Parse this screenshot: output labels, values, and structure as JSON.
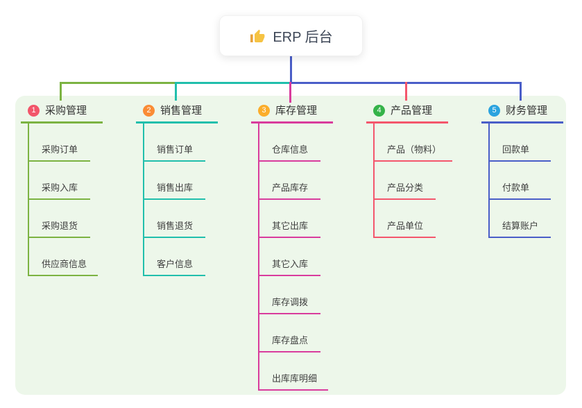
{
  "root": {
    "title": "ERP 后台",
    "icon": "thumbs-up"
  },
  "canvas": {
    "background": "#ffffff",
    "panel_color": "#edf7ea",
    "root_line_color": "#4a5ec8",
    "text_color": "#333333",
    "thumb_color": "#f6c343"
  },
  "branches": [
    {
      "index": "1",
      "label": "采购管理",
      "badge_color": "#f2566a",
      "line_color": "#7cb342",
      "children": [
        "采购订单",
        "采购入库",
        "采购退货",
        "供应商信息"
      ]
    },
    {
      "index": "2",
      "label": "销售管理",
      "badge_color": "#fa8c35",
      "line_color": "#21bfac",
      "children": [
        "销售订单",
        "销售出库",
        "销售退货",
        "客户信息"
      ]
    },
    {
      "index": "3",
      "label": "库存管理",
      "badge_color": "#fbad2b",
      "line_color": "#d93c9d",
      "children": [
        "仓库信息",
        "产品库存",
        "其它出库",
        "其它入库",
        "库存调拨",
        "库存盘点",
        "出库库明细"
      ]
    },
    {
      "index": "4",
      "label": "产品管理",
      "badge_color": "#35b349",
      "line_color": "#f4566c",
      "children": [
        "产品（物料）",
        "产品分类",
        "产品单位"
      ]
    },
    {
      "index": "5",
      "label": "财务管理",
      "badge_color": "#2ba3df",
      "line_color": "#4a5ec8",
      "children": [
        "回款单",
        "付款单",
        "结算账户"
      ]
    }
  ]
}
